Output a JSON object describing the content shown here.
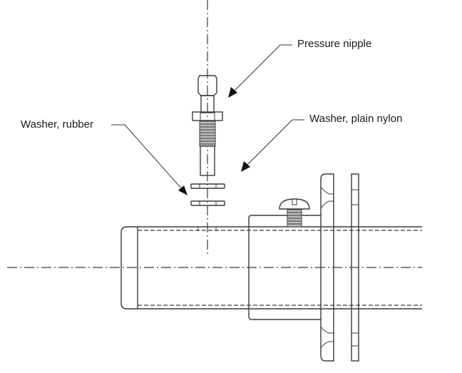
{
  "drawing": {
    "title": "Pressure nipple installation on pipe",
    "labels": {
      "pressure_nipple": "Pressure nipple",
      "washer_plain_nylon": "Washer, plain nylon",
      "washer_rubber": "Washer, rubber"
    },
    "colors": {
      "line": "#3a3a3a",
      "background": "#ffffff",
      "thread_fill": "#bbbbbb"
    }
  }
}
